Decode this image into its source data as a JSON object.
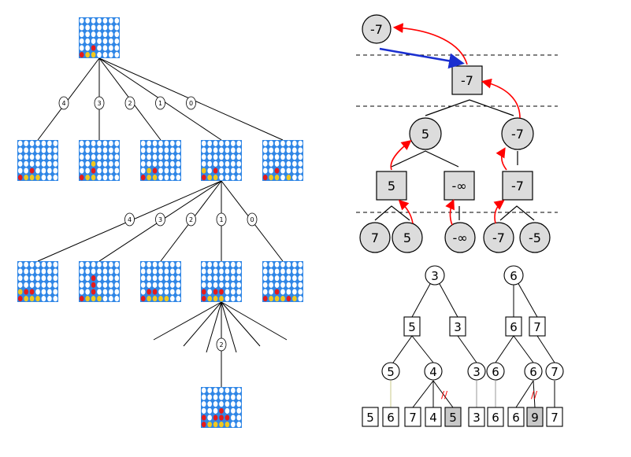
{
  "colors": {
    "board_bg": "#2f86e6",
    "board_hole": "#ffffff",
    "red_piece": "#e51b1b",
    "yellow_piece": "#f2c81e",
    "node_fill": "#dcdcdc",
    "dashed_line": "#000000",
    "red_arrow": "#ff0000",
    "blue_arrow": "#1a2fd0",
    "highlight_leaf": "#c8c8c8"
  },
  "icons": {
    "board": "connect-four-board-icon",
    "arrow": "curved-arrow-icon"
  },
  "game_tree": {
    "root_moves": [
      "4",
      "3",
      "2",
      "1",
      "0"
    ],
    "child_moves": [
      "4",
      "3",
      "2",
      "1",
      "0"
    ],
    "deep_move": "2"
  },
  "minimax_example": {
    "top_result": "-7",
    "root_value": "-7",
    "level2": [
      "5",
      "-7"
    ],
    "level3": [
      "5",
      "-∞",
      "-7"
    ],
    "leaves": [
      "7",
      "5",
      "-∞",
      "-7",
      "-5"
    ]
  },
  "alpha_beta_tree": {
    "roots": [
      "3",
      "6"
    ],
    "level1": [
      "5",
      "3",
      "6",
      "7"
    ],
    "level2": [
      "5",
      "4",
      "3",
      "6",
      "6",
      "7"
    ],
    "leaves": [
      "5",
      "6",
      "7",
      "4",
      "5",
      "3",
      "6",
      "6",
      "9",
      "7"
    ],
    "cut_marks": [
      "//",
      "//"
    ]
  }
}
